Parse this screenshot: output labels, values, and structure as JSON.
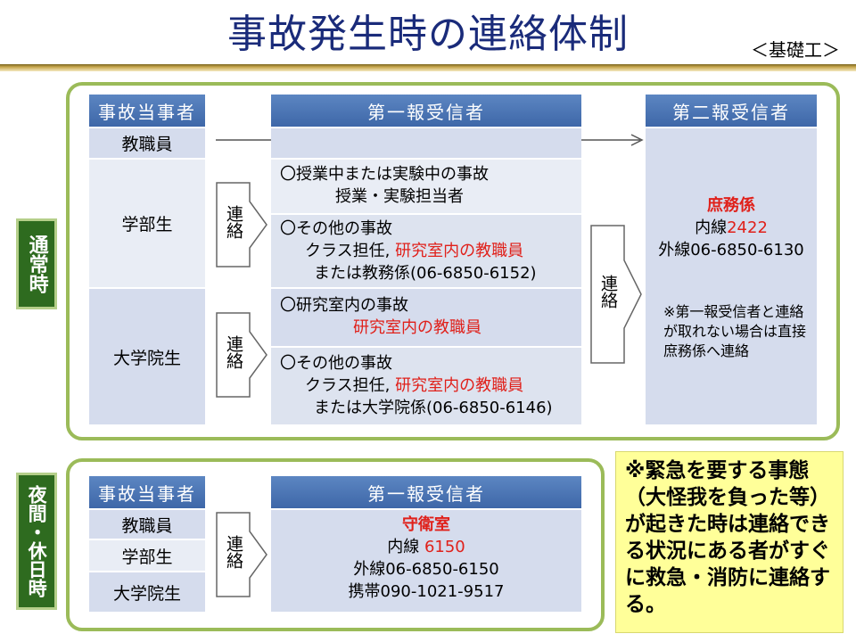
{
  "title": "事故発生時の連絡体制",
  "subtitle": "＜基礎工＞",
  "normal": {
    "side_label": "通常時",
    "headers": {
      "party": "事故当事者",
      "first": "第一報受信者",
      "second": "第二報受信者"
    },
    "parties": {
      "staff": "教職員",
      "undergrad": "学部生",
      "grad": "大学院生"
    },
    "arrow_label": "連絡",
    "undergrad_first": {
      "case1_title": "〇授業中または実験中の事故",
      "case1_contact": "授業・実験担当者",
      "case2_title": "〇その他の事故",
      "case2_line1_a": "クラス担任, ",
      "case2_line1_b": "研究室内の教職員",
      "case2_line2": "または教務係(06-6850-6152)"
    },
    "grad_first": {
      "case1_title": "〇研究室内の事故",
      "case1_contact": "研究室内の教職員",
      "case2_title": "〇その他の事故",
      "case2_line1_a": "クラス担任, ",
      "case2_line1_b": "研究室内の教職員",
      "case2_line2": "または大学院係(06-6850-6146)"
    },
    "second": {
      "name": "庶務係",
      "ext_prefix": "内線",
      "ext_number": "2422",
      "outside": "外線06-6850-6130",
      "note": "※第一報受信者と連絡が取れない場合は直接庶務係へ連絡"
    }
  },
  "night": {
    "side_label": "夜間・休日時",
    "headers": {
      "party": "事故当事者",
      "first": "第一報受信者"
    },
    "parties": {
      "staff": "教職員",
      "undergrad": "学部生",
      "grad": "大学院生"
    },
    "arrow_label": "連絡",
    "first": {
      "name": "守衛室",
      "ext_prefix": "内線 ",
      "ext_number": "6150",
      "outside": "外線06-6850-6150",
      "mobile": "携帯090-1021-9517"
    }
  },
  "emergency_note": "※緊急を要する事態（大怪我を負った等）が起きた時は連絡できる状況にある者がすぐに救急・消防に連絡する。",
  "colors": {
    "title": "#1a2b7a",
    "header": "#4a72b0",
    "panel_border": "#9bbb59",
    "side_label": "#2e6b1f",
    "red": "#e0201a",
    "note_bg": "#ffff99"
  }
}
